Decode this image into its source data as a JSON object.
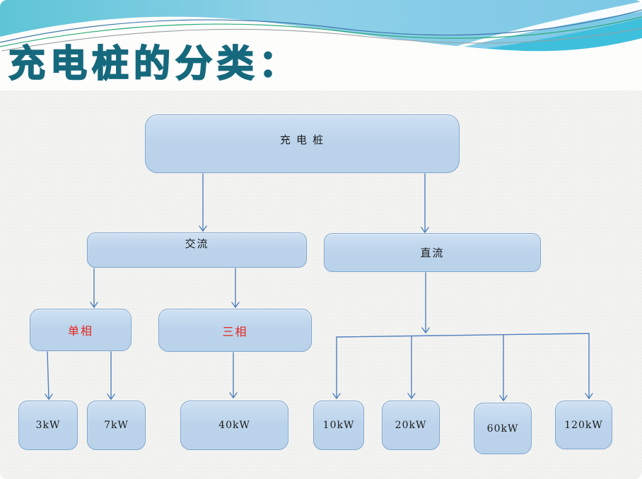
{
  "slide": {
    "title": "充电桩的分类：",
    "title_color": "#16697d"
  },
  "diagram": {
    "nodes": {
      "root": {
        "label": "充 电 桩"
      },
      "ac": {
        "label": "交流"
      },
      "dc": {
        "label": "直流"
      },
      "single_phase": {
        "label": "单相",
        "text_color": "#e8251d"
      },
      "three_phase": {
        "label": "三相",
        "text_color": "#e8251d"
      },
      "kw3": {
        "label": "3kW"
      },
      "kw7": {
        "label": "7kW"
      },
      "kw40": {
        "label": "40kW"
      },
      "kw10": {
        "label": "10kW"
      },
      "kw20": {
        "label": "20kW"
      },
      "kw60": {
        "label": "60kW"
      },
      "kw120": {
        "label": "120kW"
      }
    },
    "edges": [
      {
        "from": "充 电 桩",
        "to": "交流"
      },
      {
        "from": "充 电 桩",
        "to": "直流"
      },
      {
        "from": "交流",
        "to": "单相"
      },
      {
        "from": "交流",
        "to": "三相"
      },
      {
        "from": "单相",
        "to": "3kW"
      },
      {
        "from": "单相",
        "to": "7kW"
      },
      {
        "from": "三相",
        "to": "40kW"
      },
      {
        "from": "直流",
        "to": "10kW"
      },
      {
        "from": "直流",
        "to": "20kW"
      },
      {
        "from": "直流",
        "to": "60kW"
      },
      {
        "from": "直流",
        "to": "120kW"
      }
    ],
    "colors": {
      "box_fill": "#bfd6ec",
      "box_border": "#7fa7d0",
      "connector": "#4f81bd",
      "accent_red": "#e8251d"
    }
  }
}
